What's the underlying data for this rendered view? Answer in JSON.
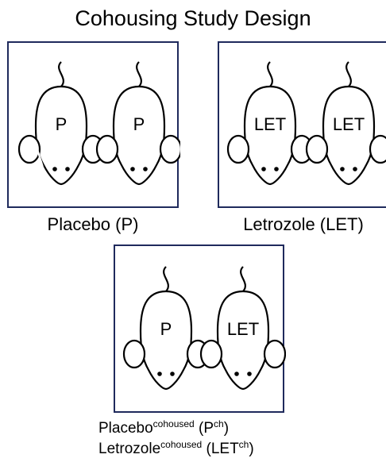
{
  "title": "Cohousing Study Design",
  "cages": [
    {
      "caption": "Placebo (P)",
      "mice": [
        "P",
        "P"
      ]
    },
    {
      "caption": "Letrozole (LET)",
      "mice": [
        "LET",
        "LET"
      ]
    },
    {
      "caption": "",
      "mice": [
        "P",
        "LET"
      ]
    }
  ],
  "legend": {
    "line1": {
      "base": "Placebo",
      "sup": "cohoused",
      "paren_open": " (P",
      "paren_sup": "ch",
      "paren_close": ")"
    },
    "line2": {
      "base": "Letrozole",
      "sup": "cohoused",
      "paren_open": " (LET",
      "paren_sup": "ch",
      "paren_close": ")"
    }
  },
  "colors": {
    "cage_border": "#1f2a5c",
    "mouse_stroke": "#000000",
    "mouse_fill": "#ffffff"
  }
}
